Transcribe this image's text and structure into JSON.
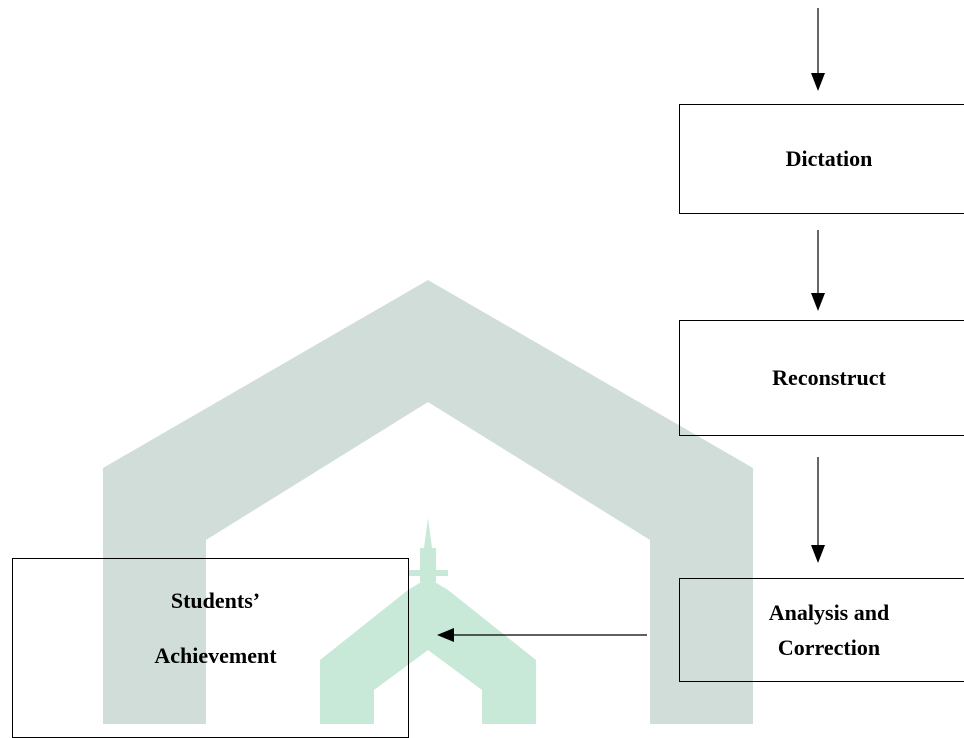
{
  "diagram": {
    "nodes": {
      "dictation": "Dictation",
      "reconstruct": "Reconstruct",
      "analysis_line1": "Analysis and",
      "analysis_line2": "Correction",
      "achievement_line1": "Students’",
      "achievement_line2": "Achievement"
    },
    "edges": [
      {
        "from": "",
        "to": "Dictation"
      },
      {
        "from": "Dictation",
        "to": "Reconstruct"
      },
      {
        "from": "Reconstruct",
        "to": "Analysis and Correction"
      },
      {
        "from": "Analysis and Correction",
        "to": "Students’ Achievement"
      }
    ]
  },
  "colors": {
    "watermark": "#d1ddd9",
    "watermark_emblem": "#c8e8d8",
    "line": "#000000"
  }
}
